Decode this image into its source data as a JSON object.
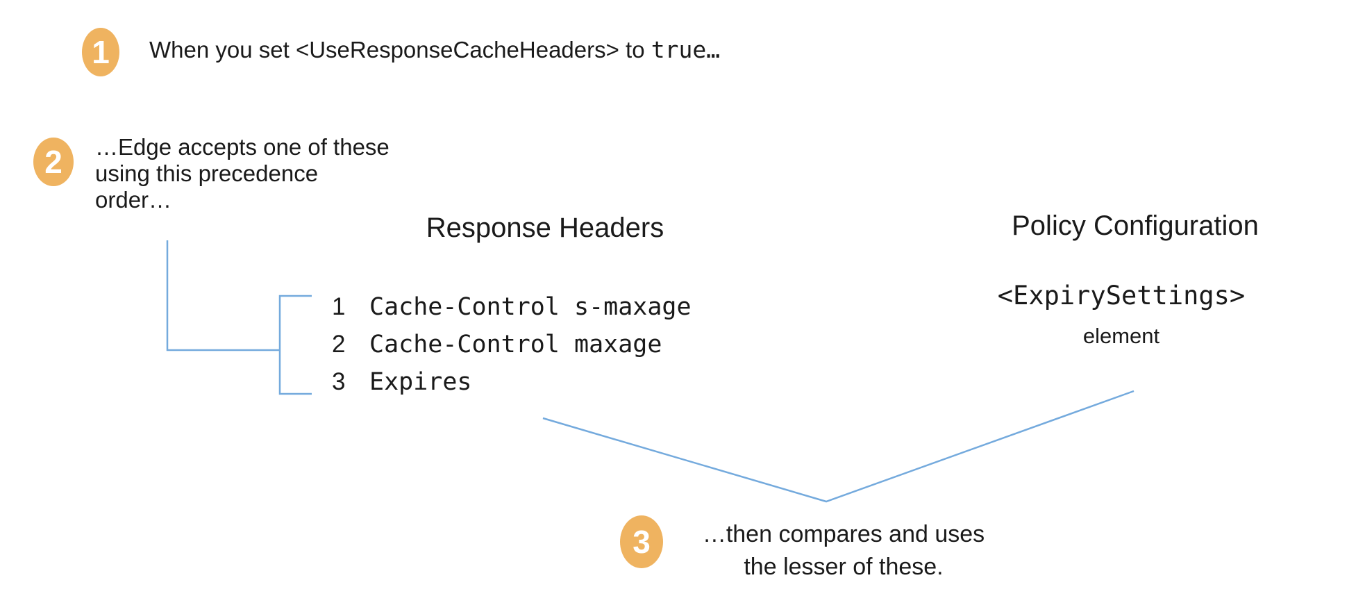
{
  "colors": {
    "accent_orange": "#efb360",
    "line_blue": "#74aadd",
    "text": "#1a1a1a",
    "background": "#ffffff"
  },
  "steps": {
    "step1": {
      "badge": "1",
      "text_prefix": "When you set <UseResponseCacheHeaders> to ",
      "text_code": "true…"
    },
    "step2": {
      "badge": "2",
      "text": "…Edge accepts one of these\nusing this precedence\norder…"
    },
    "step3": {
      "badge": "3",
      "text": "…then compares and uses\nthe lesser of these."
    }
  },
  "columns": {
    "response_headers": {
      "title": "Response Headers",
      "items": [
        {
          "rank": "1",
          "value": "Cache-Control s-maxage"
        },
        {
          "rank": "2",
          "value": "Cache-Control maxage"
        },
        {
          "rank": "3",
          "value": "Expires"
        }
      ]
    },
    "policy_configuration": {
      "title": "Policy Configuration",
      "code": "<ExpirySettings>",
      "caption": "element"
    }
  }
}
